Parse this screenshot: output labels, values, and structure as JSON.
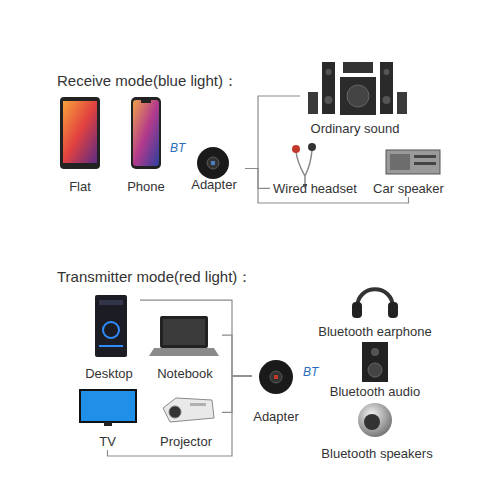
{
  "diagram": {
    "nodes": [
      {
        "text": [
          "Flat"
        ]
      },
      {
        "text": [
          "Phone"
        ]
      },
      {
        "text": [
          "Adapter"
        ]
      },
      {
        "text": [
          "Ordinary sound"
        ]
      },
      {
        "text": [
          "Wired headset"
        ]
      },
      {
        "text": [
          "Car speaker"
        ]
      },
      {
        "text": [
          "Desktop"
        ]
      },
      {
        "text": [
          "Notebook"
        ]
      },
      {
        "text": [
          "TV"
        ]
      },
      {
        "text": [
          "Projector"
        ]
      },
      {
        "text": [
          "Adapter"
        ]
      },
      {
        "text": [
          "Bluetooth earphone"
        ]
      },
      {
        "text": [
          "Bluetooth audio"
        ]
      },
      {
        "text": [
          "Bluetooth speakers"
        ]
      }
    ],
    "edges": [
      {
        "from": 2,
        "to": 3,
        "arrow": "none"
      },
      {
        "from": 2,
        "to": 4,
        "arrow": "none"
      },
      {
        "from": 2,
        "to": 5,
        "arrow": "none"
      },
      {
        "from": 6,
        "to": 10,
        "arrow": "none"
      },
      {
        "from": 7,
        "to": 10,
        "arrow": "none"
      },
      {
        "from": 8,
        "to": 10,
        "arrow": "none"
      },
      {
        "from": 9,
        "to": 10,
        "arrow": "none"
      }
    ],
    "labels": [
      "Receive mode(blue light)：",
      "BT",
      "Transmitter mode(red light)：",
      "BT"
    ]
  }
}
